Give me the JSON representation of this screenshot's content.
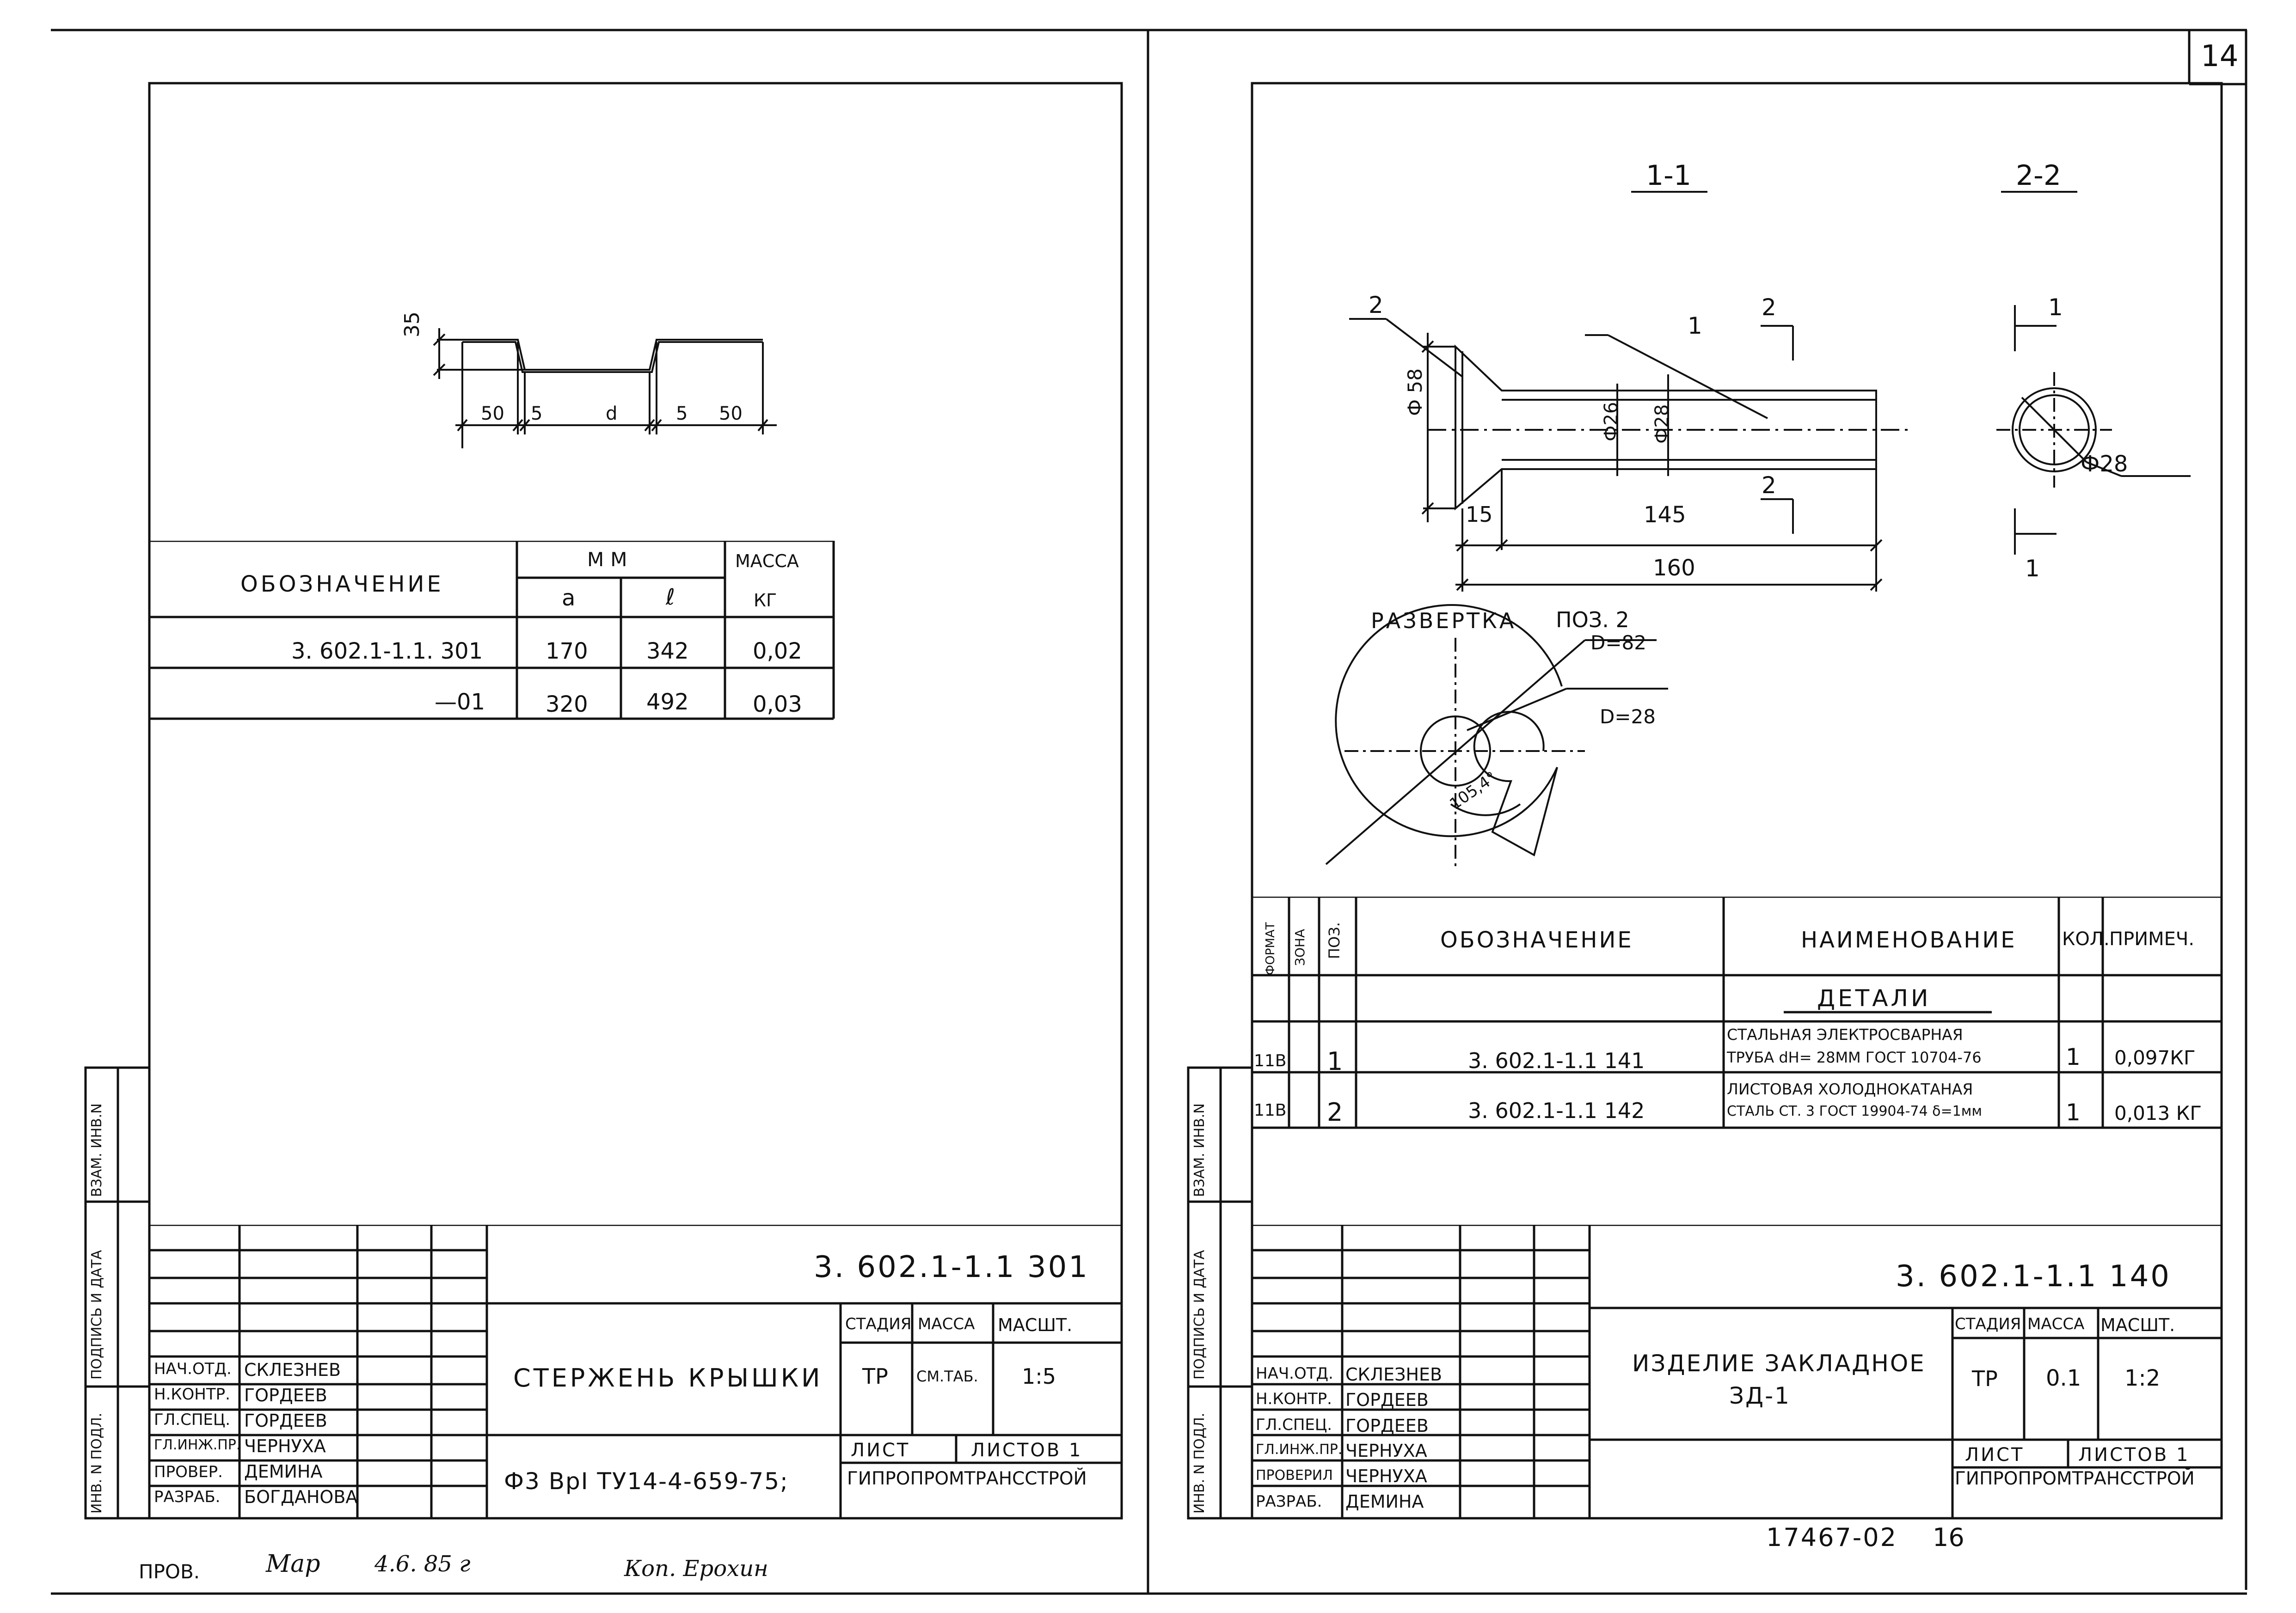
{
  "page_number": "14",
  "left_sheet": {
    "profile_dims": {
      "h": "35",
      "w1": "50",
      "w2": "5",
      "mid": "d",
      "w3": "5",
      "w4": "50"
    },
    "mass_table": {
      "col_designation": "ОБОЗНАЧЕНИЕ",
      "col_mm": "ММ",
      "col_mass": "МАССА",
      "col_a": "a",
      "col_l": "ℓ",
      "col_kg": "КГ",
      "rows": [
        {
          "designation": "3. 602.1-1.1. 301",
          "a": "170",
          "l": "342",
          "mass": "0,02"
        },
        {
          "designation": "—01",
          "a": "320",
          "l": "492",
          "mass": "0,03"
        }
      ]
    },
    "side_labels": {
      "inv_ref": "ВЗАМ. ИНВ.N",
      "sign_date": "ПОДПИСЬ И ДАТА",
      "inv_orig": "ИНВ. N ПОДЛ."
    },
    "title_block": {
      "doc_code": "3. 602.1-1.1 301",
      "name": "СТЕРЖЕНЬ КРЫШКИ",
      "material": "Ф3 ВрI ТУ14-4-659-75;",
      "stage_h": "СТАДИЯ",
      "mass_h": "МАССА",
      "scale_h": "МАСШТ.",
      "stage": "ТР",
      "mass": "СМ.ТАБ.",
      "scale": "1:5",
      "sheet": "ЛИСТ",
      "sheets": "ЛИСТОВ 1",
      "org": "ГИПРОПРОМТРАНССТРОЙ",
      "staff": [
        {
          "role": "НАЧ.ОТД.",
          "name": "СКЛЕЗНЕВ"
        },
        {
          "role": "Н.КОНТР.",
          "name": "ГОРДЕЕВ"
        },
        {
          "role": "ГЛ.СПЕЦ.",
          "name": "ГОРДЕЕВ"
        },
        {
          "role": "ГЛ.ИНЖ.ПР.",
          "name": "ЧЕРНУХА"
        },
        {
          "role": "ПРОВЕР.",
          "name": "ДЕМИНА"
        },
        {
          "role": "РАЗРАБ.",
          "name": "БОГДАНОВА"
        }
      ]
    },
    "footer": {
      "prov": "ПРОВ.",
      "sign": "Мар",
      "date": "4.6. 85 г",
      "kop": "Коп. Ерохин"
    }
  },
  "right_sheet": {
    "sections": {
      "s1": "1-1",
      "s2": "2-2"
    },
    "labels": {
      "pos1": "1",
      "pos2": "2",
      "cut2": "2",
      "cut1": "1",
      "d58": "Ф 58",
      "d26": "Ф26",
      "d28": "Ф28",
      "d28b": "Ф28",
      "l15": "15",
      "l145": "145",
      "l160": "160",
      "unfold": "РАЗВЕРТКА",
      "unfold_pos": "ПОЗ. 2",
      "D82": "D=82",
      "D28": "D=28",
      "angle": "105,4°"
    },
    "spec_table": {
      "h_format": "ФОРМАТ",
      "h_zone": "ЗОНА",
      "h_pos": "ПОЗ.",
      "h_designation": "ОБОЗНАЧЕНИЕ",
      "h_name": "НАИМЕНОВАНИЕ",
      "h_qty": "КОЛ.",
      "h_note": "ПРИМЕЧ.",
      "section": "ДЕТАЛИ",
      "rows": [
        {
          "format": "11В",
          "pos": "1",
          "designation": "3. 602.1-1.1 141",
          "name1": "СТАЛЬНАЯ ЭЛЕКТРОСВАРНАЯ",
          "name2": "ТРУБА dН= 28ММ ГОСТ 10704-76",
          "qty": "1",
          "note": "0,097КГ"
        },
        {
          "format": "11В",
          "pos": "2",
          "designation": "3. 602.1-1.1 142",
          "name1": "ЛИСТОВАЯ ХОЛОДНОКАТАНАЯ",
          "name2": "СТАЛЬ СТ. 3 ГОСТ 19904-74 δ=1мм",
          "qty": "1",
          "note": "0,013 КГ"
        }
      ]
    },
    "title_block": {
      "doc_code": "3. 602.1-1.1 140",
      "name1": "ИЗДЕЛИЕ ЗАКЛАДНОЕ",
      "name2": "ЗД-1",
      "stage_h": "СТАДИЯ",
      "mass_h": "МАССА",
      "scale_h": "МАСШТ.",
      "stage": "ТР",
      "mass": "0.1",
      "scale": "1:2",
      "sheet": "ЛИСТ",
      "sheets": "ЛИСТОВ 1",
      "org": "ГИПРОПРОМТРАНССТРОЙ",
      "staff": [
        {
          "role": "НАЧ.ОТД.",
          "name": "СКЛЕЗНЕВ"
        },
        {
          "role": "Н.КОНТР.",
          "name": "ГОРДЕЕВ"
        },
        {
          "role": "ГЛ.СПЕЦ.",
          "name": "ГОРДЕЕВ"
        },
        {
          "role": "ГЛ.ИНЖ.ПР.",
          "name": "ЧЕРНУХА"
        },
        {
          "role": "ПРОВЕРИЛ",
          "name": "ЧЕРНУХА"
        },
        {
          "role": "РАЗРАБ.",
          "name": "ДЕМИНА"
        }
      ]
    },
    "bottom_code": "17467-02",
    "bottom_page": "16"
  }
}
